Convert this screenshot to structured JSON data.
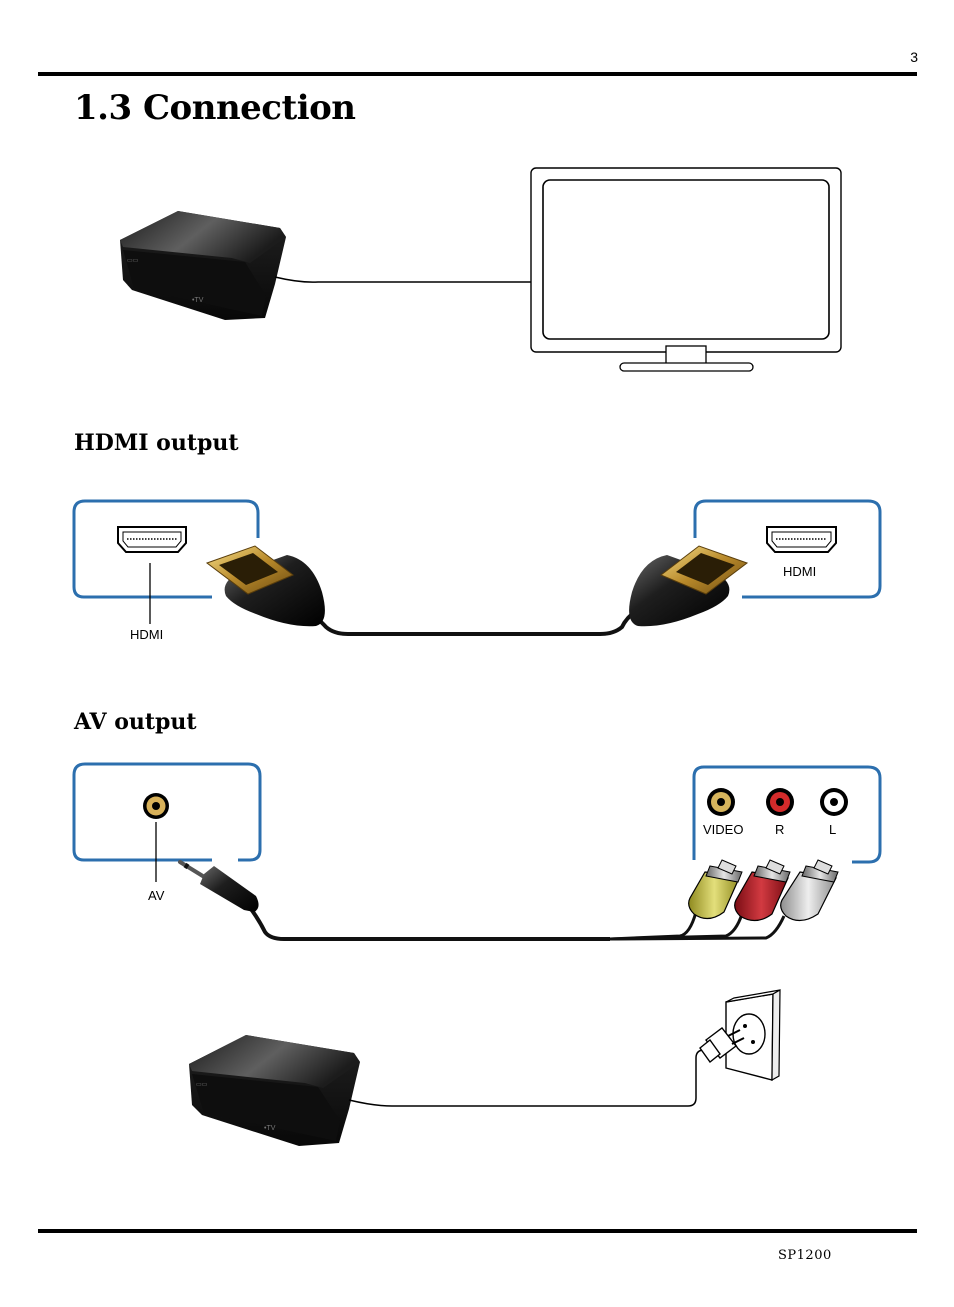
{
  "header": {
    "page_number": "3"
  },
  "section": {
    "title": "1.3 Connection"
  },
  "hdmi": {
    "heading": "HDMI output",
    "player_port_label": "HDMI",
    "tv_port_label": "HDMI"
  },
  "av": {
    "heading": "AV output",
    "player_port_label": "AV",
    "tv_jacks": {
      "video": "VIDEO",
      "right": "R",
      "left": "L"
    }
  },
  "footer": {
    "model": "SP1200"
  }
}
